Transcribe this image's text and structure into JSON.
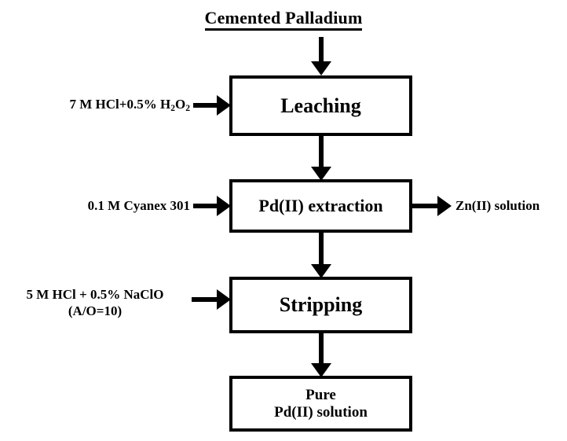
{
  "diagram": {
    "title": "Cemented Palladium",
    "boxes": [
      {
        "id": "leaching",
        "label": "Leaching"
      },
      {
        "id": "extraction",
        "label": "Pd(II) extraction"
      },
      {
        "id": "stripping",
        "label": "Stripping"
      },
      {
        "id": "product_line1",
        "label": "Pure"
      },
      {
        "id": "product_line2",
        "label": "Pd(II) solution"
      }
    ],
    "inputs": [
      {
        "id": "leach_reagent",
        "prefix": "7 M HCl+0.5% H",
        "sub1": "2",
        "mid": "O",
        "sub2": "2"
      },
      {
        "id": "extract_reagent",
        "label": "0.1 M Cyanex 301"
      },
      {
        "id": "strip_reagent_line1",
        "label": "5 M HCl + 0.5% NaClO"
      },
      {
        "id": "strip_reagent_line2",
        "label": "(A/O=10)"
      }
    ],
    "outputs": [
      {
        "id": "zinc_output",
        "label": "Zn(II) solution"
      }
    ],
    "colors": {
      "line": "#000000",
      "background": "#ffffff",
      "text": "#000000"
    }
  }
}
